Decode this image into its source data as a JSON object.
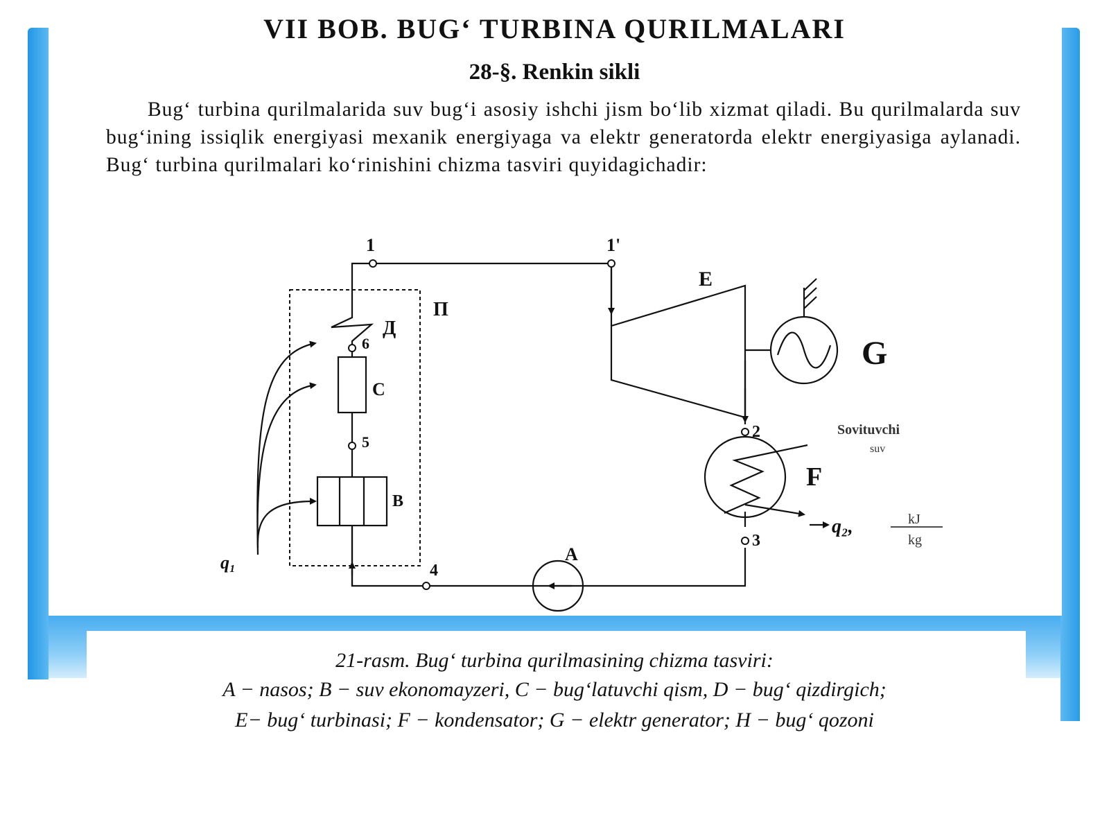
{
  "heading": {
    "chapter_title": "VII BOB. BUG‘ TURBINA QURILMALARI",
    "section_title": "28-§. Renkin sikli"
  },
  "intro_paragraph": "Bug‘ turbina qurilmalarida suv bug‘i asosiy ishchi jism bo‘lib xizmat qiladi. Bu qurilmalarda suv bug‘ining issiqlik energiyasi mexanik energiyaga va elektr generatorda elektr energiyasiga aylanadi. Bug‘ turbina qurilmalari ko‘rinishini chizma tasviri quyidagichadir:",
  "diagram": {
    "points": {
      "p1": "1",
      "p1prime": "1'",
      "p2": "2",
      "p3": "3",
      "p4": "4",
      "p5": "5",
      "p6": "6"
    },
    "components": {
      "boiler": "П",
      "superheater": "Д",
      "evaporator": "C",
      "economizer": "B",
      "turbine": "E",
      "generator": "G",
      "condenser": "F",
      "pump": "A"
    },
    "heat_in": "q₁",
    "heat_out": "q₂,",
    "unit_numerator": "kJ",
    "unit_denominator": "kg",
    "cooling_water_line1": "Sovituvchi",
    "cooling_water_line2": "suv"
  },
  "caption": {
    "line1": "21-rasm. Bug‘ turbina qurilmasining chizma tasviri:",
    "line2": "A − nasos; B − suv ekonomayzeri, C − bug‘latuvchi qism, D − bug‘ qizdirgich;",
    "line3": "E− bug‘ turbinasi; F − kondensator; G − elektr generator; H − bug‘ qozoni"
  },
  "colors": {
    "frame_blue": "#3fa9ea",
    "ink": "#111111"
  }
}
